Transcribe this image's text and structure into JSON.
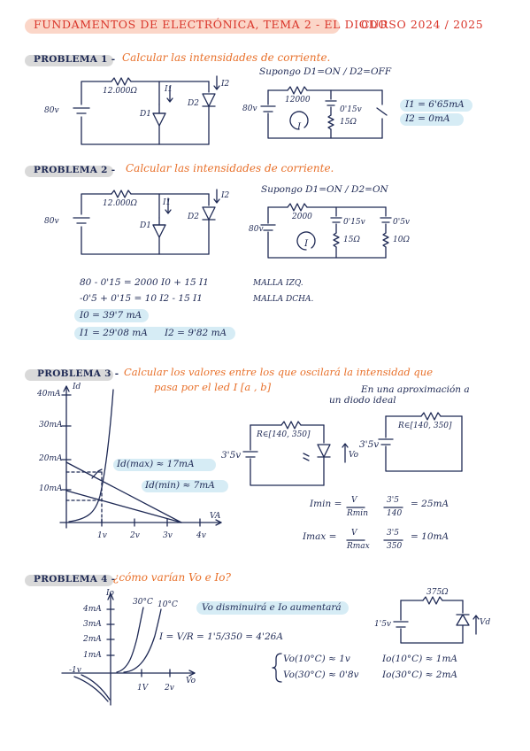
{
  "header": {
    "title": "FUNDAMENTOS DE ELECTRÓNICA, TEMA 2 - EL DIODO",
    "course": "CURSO 2024 / 2025"
  },
  "p1": {
    "label": "PROBLEMA 1 -",
    "task": "Calcular las intensidades de corriente.",
    "source": "80v",
    "resistor": "12.000Ω",
    "i1": "I1",
    "i2": "I2",
    "d1": "D1",
    "d2": "D2",
    "assume": "Supongo D1=ON / D2=OFF",
    "src2": "80v",
    "r2": "12000",
    "vd": "0'15v",
    "r3": "15Ω",
    "loop": "I",
    "res1": "I1 = 6'65mA",
    "res2": "I2 = 0mA"
  },
  "p2": {
    "label": "PROBLEMA 2 -",
    "task": "Calcular las intensidades de corriente.",
    "source": "80v",
    "resistor": "12.000Ω",
    "i1": "I1",
    "i2": "I2",
    "d1": "D1",
    "d2": "D2",
    "assume": "Supongo D1=ON / D2=ON",
    "src2": "80v",
    "r2": "2000",
    "vd1": "0'15v",
    "vd2": "0'5v",
    "r3": "15Ω",
    "r4": "10Ω",
    "loop": "I",
    "eq1": "80 - 0'15 = 2000 I0 + 15 I1",
    "eq1_tag": "MALLA IZQ.",
    "eq2": "-0'5 + 0'15 = 10 I2 - 15 I1",
    "eq2_tag": "MALLA DCHA.",
    "r_i0": "I0 = 39'7 mA",
    "r_i1": "I1 = 29'08 mA",
    "r_i2": "I2 = 9'82 mA"
  },
  "p3": {
    "label": "PROBLEMA 3 -",
    "task1": "Calcular los valores entre los que oscilará la intensidad que",
    "task2": "pasa por el led  I [a , b]",
    "note1": "En una aproximación a",
    "note2": "un diodo ideal",
    "y_axis": "Id",
    "x_axis": "VA",
    "ylabels": [
      "40mA",
      "30mA",
      "20mA",
      "10mA"
    ],
    "xlabels": [
      "1v",
      "2v",
      "3v",
      "4v"
    ],
    "idmax": "Id(max) ≈ 17mA",
    "idmin": "Id(min) ≈ 7mA",
    "src": "3'5v",
    "rrange": "R∈[140, 350]",
    "vo": "Vo",
    "src2": "3'5v",
    "rrange2": "R∈[140, 350]",
    "imin_lhs": "Imin =",
    "imin_f1": "V",
    "imin_f1d": "Rmin",
    "imin_f2": "3'5",
    "imin_f2d": "140",
    "imin_res": "= 25mA",
    "imax_lhs": "Imax =",
    "imax_f1": "V",
    "imax_f1d": "Rmax",
    "imax_f2": "3'5",
    "imax_f2d": "350",
    "imax_res": "= 10mA"
  },
  "p4": {
    "label": "PROBLEMA 4 -",
    "task": "¿cómo varían Vo e Io?",
    "y_axis": "Io",
    "x_axis": "Vo",
    "ylabels": [
      "4mA",
      "3mA",
      "2mA",
      "1mA"
    ],
    "xlabels": [
      "1V",
      "2v"
    ],
    "neg": "-1v",
    "c30": "30°C",
    "c10": "10°C",
    "statement": "Vo disminuirá e Io aumentará",
    "formula": "I = V/R = 1'5/350 = 4'26A",
    "src": "1'5v",
    "r": "375Ω",
    "vd": "Vd",
    "vo1": "Vo(10°C) ≈ 1v",
    "vo2": "Vo(30°C) ≈ 0'8v",
    "io1": "Io(10°C) ≈ 1mA",
    "io2": "Io(30°C) ≈ 2mA"
  }
}
